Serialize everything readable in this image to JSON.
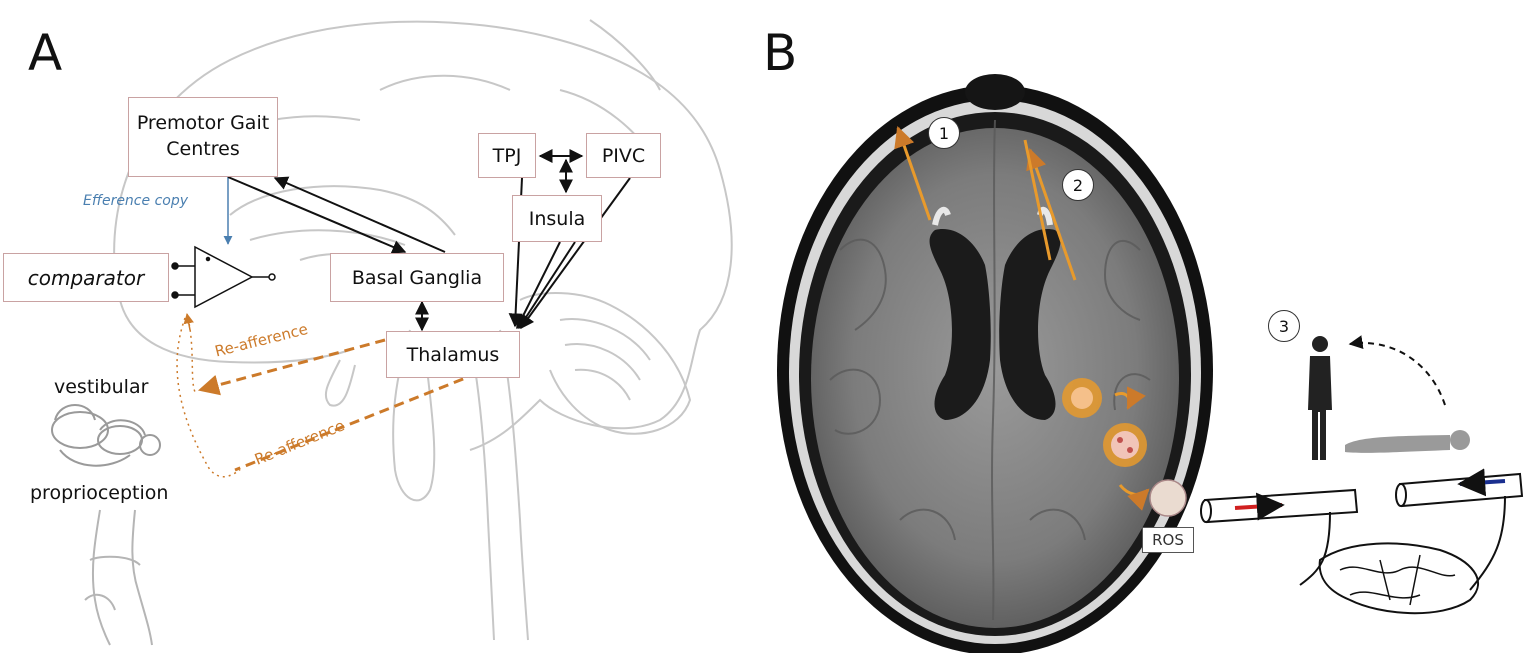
{
  "panel_a": {
    "letter": "A",
    "premotor_line1": "Premotor Gait",
    "premotor_line2": "Centres",
    "tpj": "TPJ",
    "pivc": "PIVC",
    "insula": "Insula",
    "basal_ganglia": "Basal Ganglia",
    "thalamus": "Thalamus",
    "comparator": "comparator",
    "efference_copy": "Efference copy",
    "reafference_1": "Re-afference",
    "reafference_2": "Re-afference",
    "vestibular": "vestibular",
    "proprioception": "proprioception"
  },
  "panel_b": {
    "letter": "B",
    "marker_1": "1",
    "marker_2": "2",
    "marker_3": "3",
    "ros": "ROS"
  },
  "colors": {
    "box_border": "#c9a2a2",
    "efference_blue": "#4a7fb0",
    "reafference_orange": "#cc7a2a",
    "arrow_black": "#111111",
    "lesion_orange": "#e89a2c",
    "arrow_red": "#d02020",
    "arrow_blue": "#1a2f8f"
  }
}
